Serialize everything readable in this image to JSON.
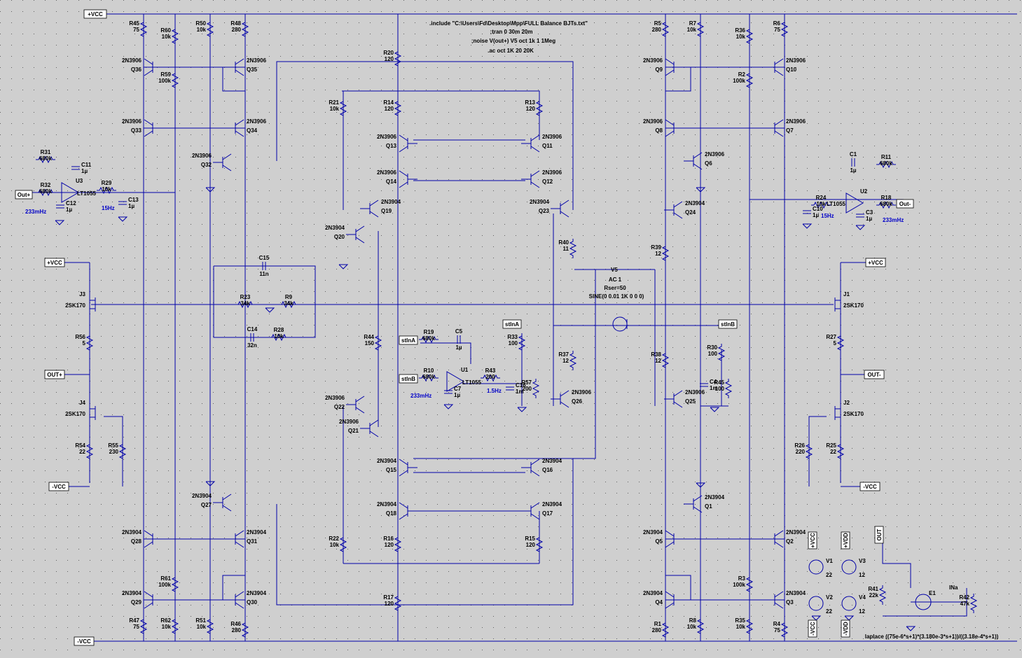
{
  "directives": [
    ".include \"C:\\Users\\Fd\\Desktop\\Mpp\\FULL Balance BJTs.txt\"",
    ";tran 0 30m 20m",
    ";noise V(out+) V5 oct 1k 1 1Meg",
    ".ac oct 1K 20 20K"
  ],
  "e_laplace": "laplace ((75e-6*s+1)*(3.180e-3*s+1))/((3.18e-4*s+1))",
  "ports": {
    "vcc_top": "+VCC",
    "vcc_j3": "+VCC",
    "vcc_j1": "+VCC",
    "vee_j4": "-VCC",
    "vee_j2": "-VCC",
    "vee_bottom": "-VCC",
    "out_left": "Out+",
    "out_right": "Out-",
    "outp_left": "OUT+",
    "outm_right": "OUT-",
    "stina_top": "stInA",
    "stinb_top": "stInB",
    "stina_u1": "stInA",
    "stinb_u1": "stInB",
    "vdd_v3": "+VDD",
    "vdd_v4": "-VDD",
    "vcc_v1": "+VCC",
    "vcc_v2": "-VCC",
    "out_e1": "OUT",
    "ina_e1": "INa"
  },
  "resistors": [
    {
      "id": "r45",
      "name": "R45",
      "value": "75"
    },
    {
      "id": "r60",
      "name": "R60",
      "value": "10k"
    },
    {
      "id": "r59",
      "name": "R59",
      "value": "100k"
    },
    {
      "id": "r50",
      "name": "R50",
      "value": "10k"
    },
    {
      "id": "r48",
      "name": "R48",
      "value": "280"
    },
    {
      "id": "r20",
      "name": "R20",
      "value": "120"
    },
    {
      "id": "r21",
      "name": "R21",
      "value": "10k"
    },
    {
      "id": "r14",
      "name": "R14",
      "value": "120"
    },
    {
      "id": "r13",
      "name": "R13",
      "value": "120"
    },
    {
      "id": "r5",
      "name": "R5",
      "value": "280"
    },
    {
      "id": "r7",
      "name": "R7",
      "value": "10k"
    },
    {
      "id": "r36",
      "name": "R36",
      "value": "10k"
    },
    {
      "id": "r6",
      "name": "R6",
      "value": "75"
    },
    {
      "id": "r2",
      "name": "R2",
      "value": "100k"
    },
    {
      "id": "r31",
      "name": "R31",
      "value": "680k"
    },
    {
      "id": "r32",
      "name": "R32",
      "value": "680k"
    },
    {
      "id": "r29",
      "name": "R29",
      "value": "10k"
    },
    {
      "id": "r11",
      "name": "R11",
      "value": "680k"
    },
    {
      "id": "r18",
      "name": "R18",
      "value": "680k"
    },
    {
      "id": "r24",
      "name": "R24",
      "value": "10k"
    },
    {
      "id": "r40",
      "name": "R40",
      "value": "11"
    },
    {
      "id": "r39",
      "name": "R39",
      "value": "12"
    },
    {
      "id": "r23",
      "name": "R23",
      "value": "34k"
    },
    {
      "id": "r9",
      "name": "R9",
      "value": "34k"
    },
    {
      "id": "r28",
      "name": "R28",
      "value": "10k"
    },
    {
      "id": "r56",
      "name": "R56",
      "value": "5"
    },
    {
      "id": "r27",
      "name": "R27",
      "value": "5"
    },
    {
      "id": "r44",
      "name": "R44",
      "value": "150"
    },
    {
      "id": "r19",
      "name": "R19",
      "value": "680k"
    },
    {
      "id": "r10",
      "name": "R10",
      "value": "680k"
    },
    {
      "id": "r43",
      "name": "R43",
      "value": "200"
    },
    {
      "id": "r33",
      "name": "R33",
      "value": "100"
    },
    {
      "id": "r57",
      "name": "R57",
      "value": "200"
    },
    {
      "id": "r37",
      "name": "R37",
      "value": "12"
    },
    {
      "id": "r38",
      "name": "R38",
      "value": "12"
    },
    {
      "id": "r30",
      "name": "R30",
      "value": "100"
    },
    {
      "id": "r45b",
      "name": "R45",
      "value": "100"
    },
    {
      "id": "r54",
      "name": "R54",
      "value": "22"
    },
    {
      "id": "r55",
      "name": "R55",
      "value": "230"
    },
    {
      "id": "r26",
      "name": "R26",
      "value": "220"
    },
    {
      "id": "r25",
      "name": "R25",
      "value": "22"
    },
    {
      "id": "r22",
      "name": "R22",
      "value": "10k"
    },
    {
      "id": "r16",
      "name": "R16",
      "value": "120"
    },
    {
      "id": "r15",
      "name": "R15",
      "value": "120"
    },
    {
      "id": "r61",
      "name": "R61",
      "value": "100k"
    },
    {
      "id": "r62",
      "name": "R62",
      "value": "10k"
    },
    {
      "id": "r51",
      "name": "R51",
      "value": "10k"
    },
    {
      "id": "r47",
      "name": "R47",
      "value": "75"
    },
    {
      "id": "r46",
      "name": "R46",
      "value": "280"
    },
    {
      "id": "r17",
      "name": "R17",
      "value": "120"
    },
    {
      "id": "r3",
      "name": "R3",
      "value": "100k"
    },
    {
      "id": "r1",
      "name": "R1",
      "value": "280"
    },
    {
      "id": "r8",
      "name": "R8",
      "value": "10k"
    },
    {
      "id": "r35",
      "name": "R35",
      "value": "10k"
    },
    {
      "id": "r4",
      "name": "R4",
      "value": "75"
    },
    {
      "id": "r41",
      "name": "R41",
      "value": "22k"
    },
    {
      "id": "r42",
      "name": "R42",
      "value": "47k"
    }
  ],
  "capacitors": [
    {
      "id": "c11",
      "name": "C11",
      "value": "1µ"
    },
    {
      "id": "c12",
      "name": "C12",
      "value": "1µ"
    },
    {
      "id": "c13",
      "name": "C13",
      "value": "1µ"
    },
    {
      "id": "c1",
      "name": "C1",
      "value": "1µ"
    },
    {
      "id": "c3",
      "name": "C3",
      "value": "1µ"
    },
    {
      "id": "c10",
      "name": "C10",
      "value": "1µ"
    },
    {
      "id": "c15",
      "name": "C15",
      "value": "11n"
    },
    {
      "id": "c14",
      "name": "C14",
      "value": "32n"
    },
    {
      "id": "c5",
      "name": "C5",
      "value": "1µ"
    },
    {
      "id": "c7",
      "name": "C7",
      "value": "1µ"
    },
    {
      "id": "c16",
      "name": "C16",
      "value": "1m"
    },
    {
      "id": "c4",
      "name": "C4",
      "value": "1m"
    }
  ],
  "transistors": [
    {
      "id": "q36",
      "name": "Q36",
      "model": "2N3906"
    },
    {
      "id": "q35",
      "name": "Q35",
      "model": "2N3906"
    },
    {
      "id": "q33",
      "name": "Q33",
      "model": "2N3906"
    },
    {
      "id": "q34",
      "name": "Q34",
      "model": "2N3906"
    },
    {
      "id": "q32",
      "name": "Q32",
      "model": "2N3906"
    },
    {
      "id": "q13",
      "name": "Q13",
      "model": "2N3906"
    },
    {
      "id": "q11",
      "name": "Q11",
      "model": "2N3906"
    },
    {
      "id": "q14",
      "name": "Q14",
      "model": "2N3906"
    },
    {
      "id": "q12",
      "name": "Q12",
      "model": "2N3906"
    },
    {
      "id": "q19",
      "name": "Q19",
      "model": "2N3904"
    },
    {
      "id": "q20",
      "name": "Q20",
      "model": "2N3904"
    },
    {
      "id": "q23",
      "name": "Q23",
      "model": "2N3904"
    },
    {
      "id": "q9",
      "name": "Q9",
      "model": "2N3906"
    },
    {
      "id": "q10",
      "name": "Q10",
      "model": "2N3906"
    },
    {
      "id": "q8",
      "name": "Q8",
      "model": "2N3906"
    },
    {
      "id": "q7",
      "name": "Q7",
      "model": "2N3906"
    },
    {
      "id": "q6",
      "name": "Q6",
      "model": "2N3906"
    },
    {
      "id": "q24",
      "name": "Q24",
      "model": "2N3904"
    },
    {
      "id": "q22",
      "name": "Q22",
      "model": "2N3906"
    },
    {
      "id": "q21",
      "name": "Q21",
      "model": "2N3906"
    },
    {
      "id": "q26",
      "name": "Q26",
      "model": "2N3906"
    },
    {
      "id": "q25",
      "name": "Q25",
      "model": "2N3906"
    },
    {
      "id": "q15",
      "name": "Q15",
      "model": "2N3904"
    },
    {
      "id": "q16",
      "name": "Q16",
      "model": "2N3904"
    },
    {
      "id": "q18",
      "name": "Q18",
      "model": "2N3904"
    },
    {
      "id": "q17",
      "name": "Q17",
      "model": "2N3904"
    },
    {
      "id": "q27",
      "name": "Q27",
      "model": "2N3904"
    },
    {
      "id": "q28",
      "name": "Q28",
      "model": "2N3904"
    },
    {
      "id": "q31",
      "name": "Q31",
      "model": "2N3904"
    },
    {
      "id": "q29",
      "name": "Q29",
      "model": "2N3904"
    },
    {
      "id": "q30",
      "name": "Q30",
      "model": "2N3904"
    },
    {
      "id": "q1",
      "name": "Q1",
      "model": "2N3904"
    },
    {
      "id": "q5",
      "name": "Q5",
      "model": "2N3904"
    },
    {
      "id": "q2",
      "name": "Q2",
      "model": "2N3904"
    },
    {
      "id": "q4",
      "name": "Q4",
      "model": "2N3904"
    },
    {
      "id": "q3",
      "name": "Q3",
      "model": "2N3904"
    }
  ],
  "jfets": [
    {
      "id": "j3",
      "name": "J3",
      "model": "2SK170"
    },
    {
      "id": "j4",
      "name": "J4",
      "model": "2SK170"
    },
    {
      "id": "j1",
      "name": "J1",
      "model": "2SK170"
    },
    {
      "id": "j2",
      "name": "J2",
      "model": "2SK170"
    }
  ],
  "opamps": [
    {
      "id": "u3",
      "name": "U3",
      "model": "LT1055"
    },
    {
      "id": "u2",
      "name": "U2",
      "model": "LT1055"
    },
    {
      "id": "u1",
      "name": "U1",
      "model": "LT1055"
    }
  ],
  "sources": {
    "v5": {
      "name": "V5",
      "spec": "AC 1",
      "rser": "Rser=50",
      "sine": "SINE(0 0.01 1K 0 0 0)"
    },
    "v1": {
      "name": "V1",
      "value": "22"
    },
    "v2": {
      "name": "V2",
      "value": "22"
    },
    "v3": {
      "name": "V3",
      "value": "12"
    },
    "v4": {
      "name": "V4",
      "value": "12"
    },
    "e1": {
      "name": "E1"
    }
  },
  "freq_notes": {
    "f1": "233mHz",
    "f2": "15Hz",
    "f3": "15Hz",
    "f4": "233mHz",
    "f5": "233mHz",
    "f6": "1.5Hz"
  }
}
